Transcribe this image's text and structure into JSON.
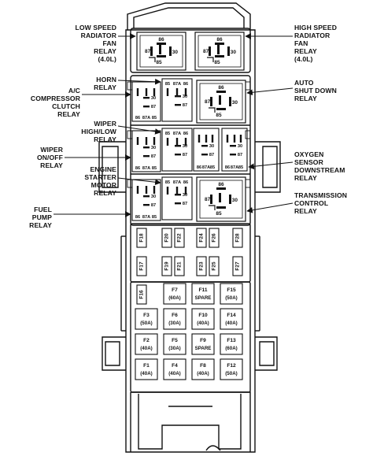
{
  "callouts": {
    "low_speed_fan_relay": "LOW SPEED\nRADIATOR\nFAN\nRELAY\n(4.0L)",
    "high_speed_fan_relay": "HIGH SPEED\nRADIATOR\nFAN\nRELAY\n(4.0L)",
    "horn_relay": "HORN\nRELAY",
    "ac_clutch_relay": "A/C\nCOMPRESSOR\nCLUTCH\nRELAY",
    "asd_relay": "AUTO\nSHUT DOWN\nRELAY",
    "wiper_hi_lo_relay": "WIPER\nHIGH/LOW\nRELAY",
    "wiper_on_off_relay": "WIPER\nON/OFF\nRELAY",
    "o2_heater_relay": "OXYGEN\nSENSOR\nDOWNSTREAM\nRELAY",
    "starter_relay": "ENGINE\nSTARTER\nMOTOR\nRELAY",
    "trans_relay": "TRANSMISSION\nCONTROL\nRELAY",
    "fuel_pump_relay": "FUEL\nPUMP\nRELAY"
  },
  "pins": {
    "p85": "85",
    "p86": "86",
    "p87": "87",
    "p87a": "87A",
    "p30": "30"
  },
  "mini_fuses": {
    "row_top": [
      "F18",
      "F20",
      "F22",
      "F24",
      "F26",
      "F28"
    ],
    "row_mid": [
      "F17",
      "F19",
      "F21",
      "F23",
      "F25",
      "F27"
    ],
    "single": "F16"
  },
  "maxi_fuses": [
    [
      {
        "id": "F7",
        "rating": "(60A)"
      },
      {
        "id": "F11",
        "rating": "SPARE"
      },
      {
        "id": "F15",
        "rating": "(50A)"
      }
    ],
    [
      {
        "id": "F3",
        "rating": "(50A)"
      },
      {
        "id": "F6",
        "rating": "(30A)"
      },
      {
        "id": "F10",
        "rating": "(40A)"
      },
      {
        "id": "F14",
        "rating": "(40A)"
      }
    ],
    [
      {
        "id": "F2",
        "rating": "(40A)"
      },
      {
        "id": "F5",
        "rating": "(30A)"
      },
      {
        "id": "F9",
        "rating": "SPARE"
      },
      {
        "id": "F13",
        "rating": "(60A)"
      }
    ],
    [
      {
        "id": "F1",
        "rating": "(40A)"
      },
      {
        "id": "F4",
        "rating": "(40A)"
      },
      {
        "id": "F8",
        "rating": "(40A)"
      },
      {
        "id": "F12",
        "rating": "(50A)"
      }
    ]
  ]
}
